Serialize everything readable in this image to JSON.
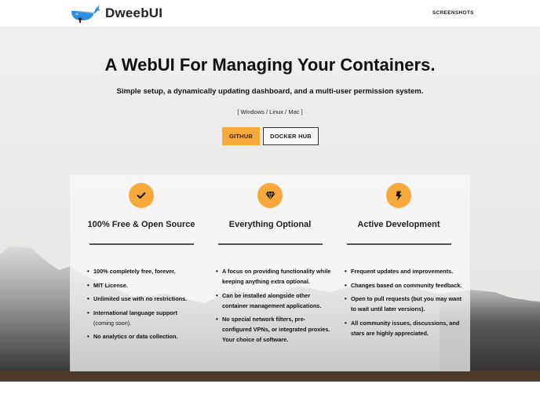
{
  "navbar": {
    "brand_name": "DweebUI",
    "logo_icon": "whale-logo-icon",
    "links": [
      {
        "label": "SCREENSHOTS"
      }
    ]
  },
  "hero": {
    "title": "A WebUI For Managing Your Containers.",
    "subtitle": "Simple setup, a dynamically updating dashboard, and a multi-user permission system.",
    "platforms": "[ Windows / Linux / Mac ]",
    "buttons": [
      {
        "label": "GITHUB",
        "color": "#f8a93b"
      },
      {
        "label": "DOCKER HUB"
      }
    ]
  },
  "colors": {
    "accent": "#f8a93b",
    "hero_bg": "#eeefed",
    "text": "#111111"
  },
  "features": [
    {
      "icon": "check-icon",
      "title": "100% Free & Open Source",
      "items": [
        {
          "text": "100% completely free, forever."
        },
        {
          "text": "MIT License."
        },
        {
          "text": "Unlimited use with no restrictions."
        },
        {
          "text": "International language support",
          "note": "(coming soon)."
        },
        {
          "text": "No analytics or data collection."
        }
      ]
    },
    {
      "icon": "diamond-icon",
      "title": "Everything Optional",
      "items": [
        {
          "text": "A focus on providing functionality while keeping anything extra optional."
        },
        {
          "text": "Can be installed alongside other container management applications."
        },
        {
          "text": "No special network filters, pre-configured VPNs, or integrated proxies. Your choice of software."
        }
      ]
    },
    {
      "icon": "lightning-icon",
      "title": "Active Development",
      "items": [
        {
          "text": "Frequent updates and improvements."
        },
        {
          "text": "Changes based on community feedback."
        },
        {
          "text": "Open to pull requests (but you may want to wait until later versions)."
        },
        {
          "text": "All community issues, discussions, and stars are highly appreciated."
        }
      ]
    }
  ]
}
